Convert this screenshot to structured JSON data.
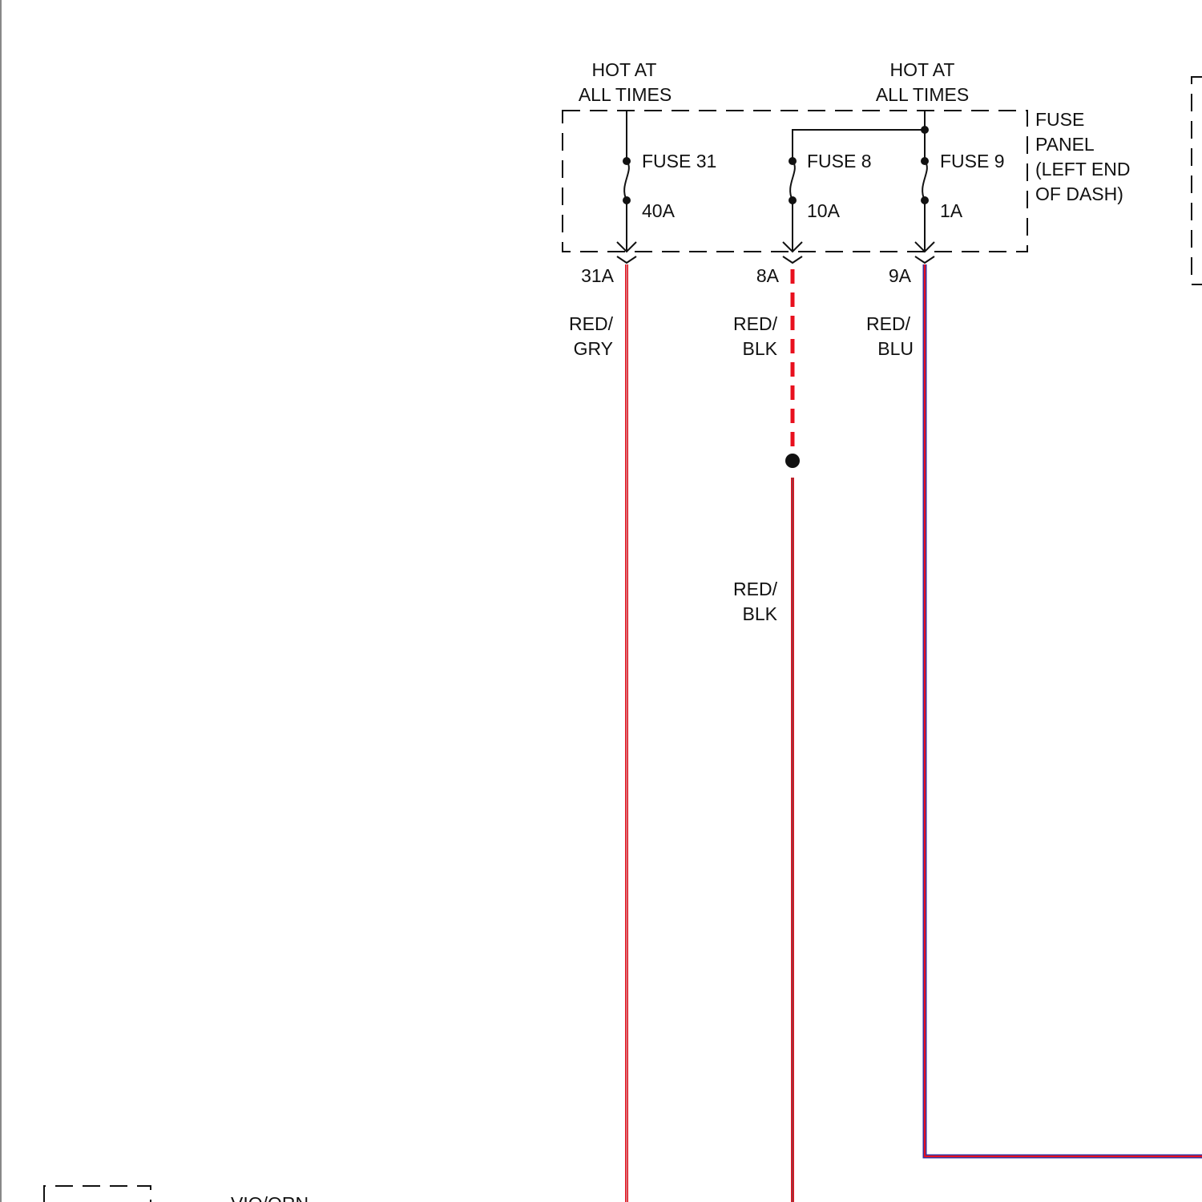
{
  "hot_labels": [
    {
      "line1": "HOT AT",
      "line2": "ALL TIMES"
    },
    {
      "line1": "HOT AT",
      "line2": "ALL TIMES"
    }
  ],
  "fuse_panel": {
    "lines": [
      "FUSE",
      "PANEL",
      "(LEFT END",
      "OF DASH)"
    ]
  },
  "fuses": [
    {
      "name": "FUSE 31",
      "rating": "40A",
      "terminal": "31A"
    },
    {
      "name": "FUSE 8",
      "rating": "10A",
      "terminal": "8A"
    },
    {
      "name": "FUSE 9",
      "rating": "1A",
      "terminal": "9A"
    }
  ],
  "wires": [
    {
      "line1": "RED/",
      "line2": "GRY"
    },
    {
      "line1": "RED/",
      "line2": "BLK"
    },
    {
      "line1": "RED/",
      "line2": "BLU"
    },
    {
      "line1": "RED/",
      "line2": "BLK"
    }
  ],
  "bottom_wire_partial": "VIO/ORN",
  "colors": {
    "red": "#e8101e",
    "blue": "#3a2f9a",
    "ink": "#111111"
  }
}
